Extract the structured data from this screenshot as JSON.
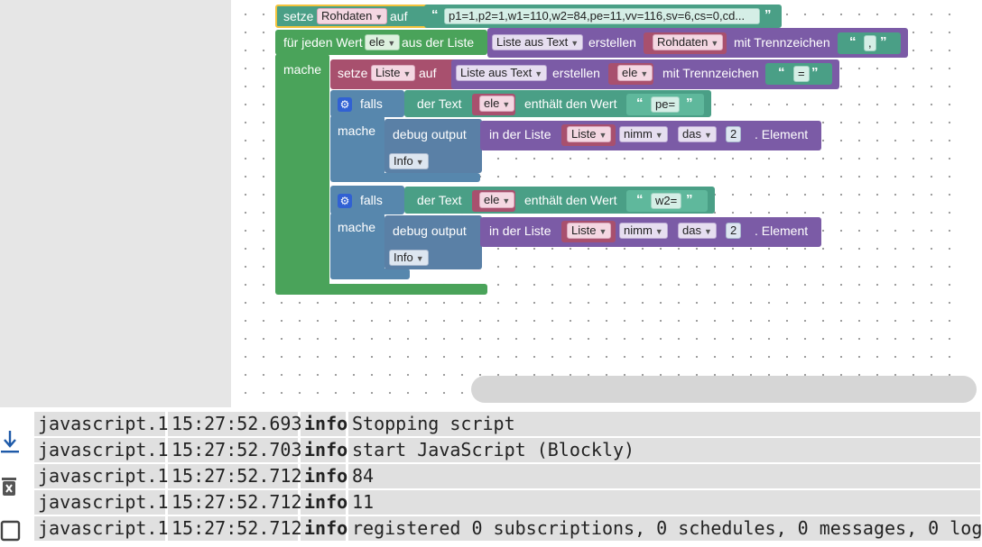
{
  "blocks": {
    "set1": {
      "keyword": "setze",
      "var": "Rohdaten",
      "to": "auf",
      "string": "p1=1,p2=1,w1=110,w2=84,pe=11,vv=116,sv=6,cs=0,cd..."
    },
    "foreach": {
      "prefix": "für jeden Wert",
      "var": "ele",
      "mid": "aus der Liste",
      "do": "mache"
    },
    "listFromText1": {
      "label": "Liste aus Text",
      "create": "erstellen",
      "var": "Rohdaten",
      "sep_label": "mit Trennzeichen",
      "sep": ","
    },
    "set2": {
      "keyword": "setze",
      "var": "Liste",
      "to": "auf"
    },
    "listFromText2": {
      "label": "Liste aus Text",
      "create": "erstellen",
      "var": "ele",
      "sep_label": "mit Trennzeichen",
      "sep": "="
    },
    "if1": {
      "keyword": "falls",
      "do": "mache",
      "text_label": "der Text",
      "var": "ele",
      "contains": "enthält den Wert",
      "value": "pe="
    },
    "debug1": {
      "label": "debug output",
      "level": "Info",
      "in_list": "in der Liste",
      "list_var": "Liste",
      "take": "nimm",
      "which": "das",
      "index": "2",
      "element": "Element"
    },
    "if2": {
      "keyword": "falls",
      "do": "mache",
      "text_label": "der Text",
      "var": "ele",
      "contains": "enthält den Wert",
      "value": "w2="
    },
    "debug2": {
      "label": "debug output",
      "level": "Info",
      "in_list": "in der Liste",
      "list_var": "Liste",
      "take": "nimm",
      "which": "das",
      "index": "2",
      "element": "Element"
    }
  },
  "log": {
    "rows": [
      {
        "source": "javascript.1",
        "time": "15:27:52.693",
        "level": "info",
        "message": "Stopping script"
      },
      {
        "source": "javascript.1",
        "time": "15:27:52.703",
        "level": "info",
        "message": "start JavaScript (Blockly)"
      },
      {
        "source": "javascript.1",
        "time": "15:27:52.712",
        "level": "info",
        "message": "84"
      },
      {
        "source": "javascript.1",
        "time": "15:27:52.712",
        "level": "info",
        "message": "11"
      },
      {
        "source": "javascript.1",
        "time": "15:27:52.712",
        "level": "info",
        "message": "registered 0 subscriptions, 0 schedules, 0 messages, 0 log"
      }
    ]
  },
  "icons": {
    "scroll": "arrow-down-icon",
    "clear": "delete-icon",
    "select": "checkbox-icon"
  }
}
